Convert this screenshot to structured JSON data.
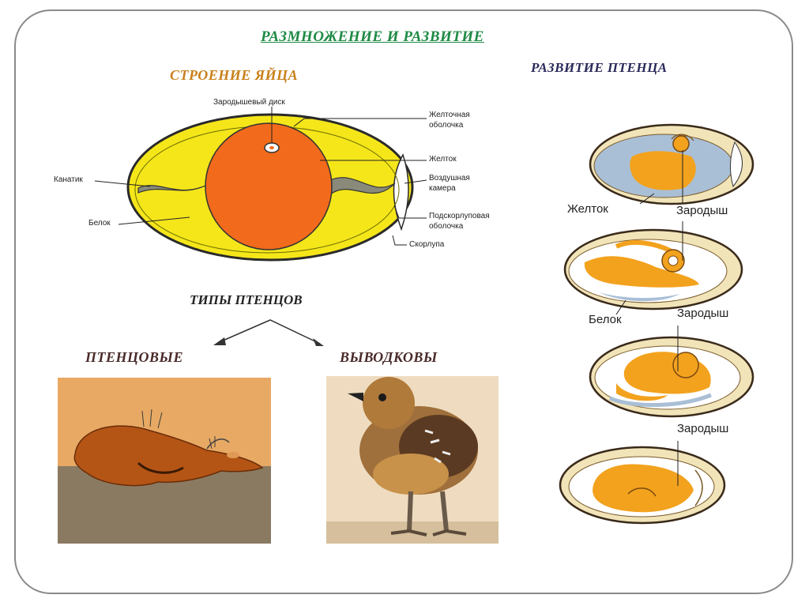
{
  "titles": {
    "main": "РАЗМНОЖЕНИЕ И РАЗВИТИЕ",
    "egg_structure": "СТРОЕНИЕ ЯЙЦА",
    "development": "РАЗВИТИЕ ПТЕНЦА",
    "chick_types": "ТИПЫ ПТЕНЦОВ",
    "type_altricial": "ПТЕНЦОВЫЕ",
    "type_precocial": "ВЫВОДКОВЫ"
  },
  "egg_labels": {
    "germinal_disc": "Зародышевый диск",
    "yolk_membrane_1": "Желточная",
    "yolk_membrane_2": "оболочка",
    "yolk": "Желток",
    "air_chamber_1": "Воздушная",
    "air_chamber_2": "камера",
    "chalaza": "Канатик",
    "albumen": "Белок",
    "shell_membrane_1": "Подскорлуповая",
    "shell_membrane_2": "оболочка",
    "shell": "Скорлупа"
  },
  "dev_labels": {
    "yolk": "Желток",
    "embryo_1": "Зародыш",
    "albumen": "Белок",
    "embryo_2": "Зародыш",
    "embryo_3": "Зародыш"
  },
  "colors": {
    "albumen": "#f5e61a",
    "yolk": "#f26a1b",
    "embryo": "#f3a21e",
    "dev_fluid": "#a9bfd6",
    "frame": "#8a8a8a"
  }
}
